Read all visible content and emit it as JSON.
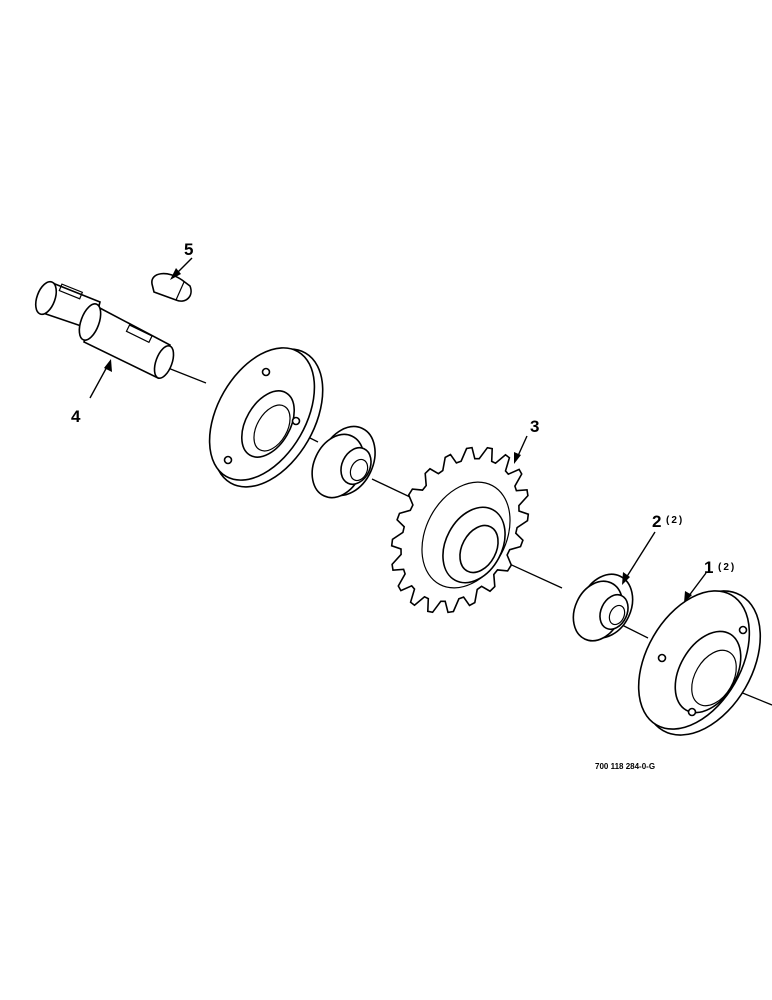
{
  "callouts": [
    {
      "number": "1",
      "qty": "(2)"
    },
    {
      "number": "2",
      "qty": "(2)"
    },
    {
      "number": "3",
      "qty": ""
    },
    {
      "number": "4",
      "qty": ""
    },
    {
      "number": "5",
      "qty": ""
    }
  ],
  "drawing_number": "700 118 284-0-G"
}
